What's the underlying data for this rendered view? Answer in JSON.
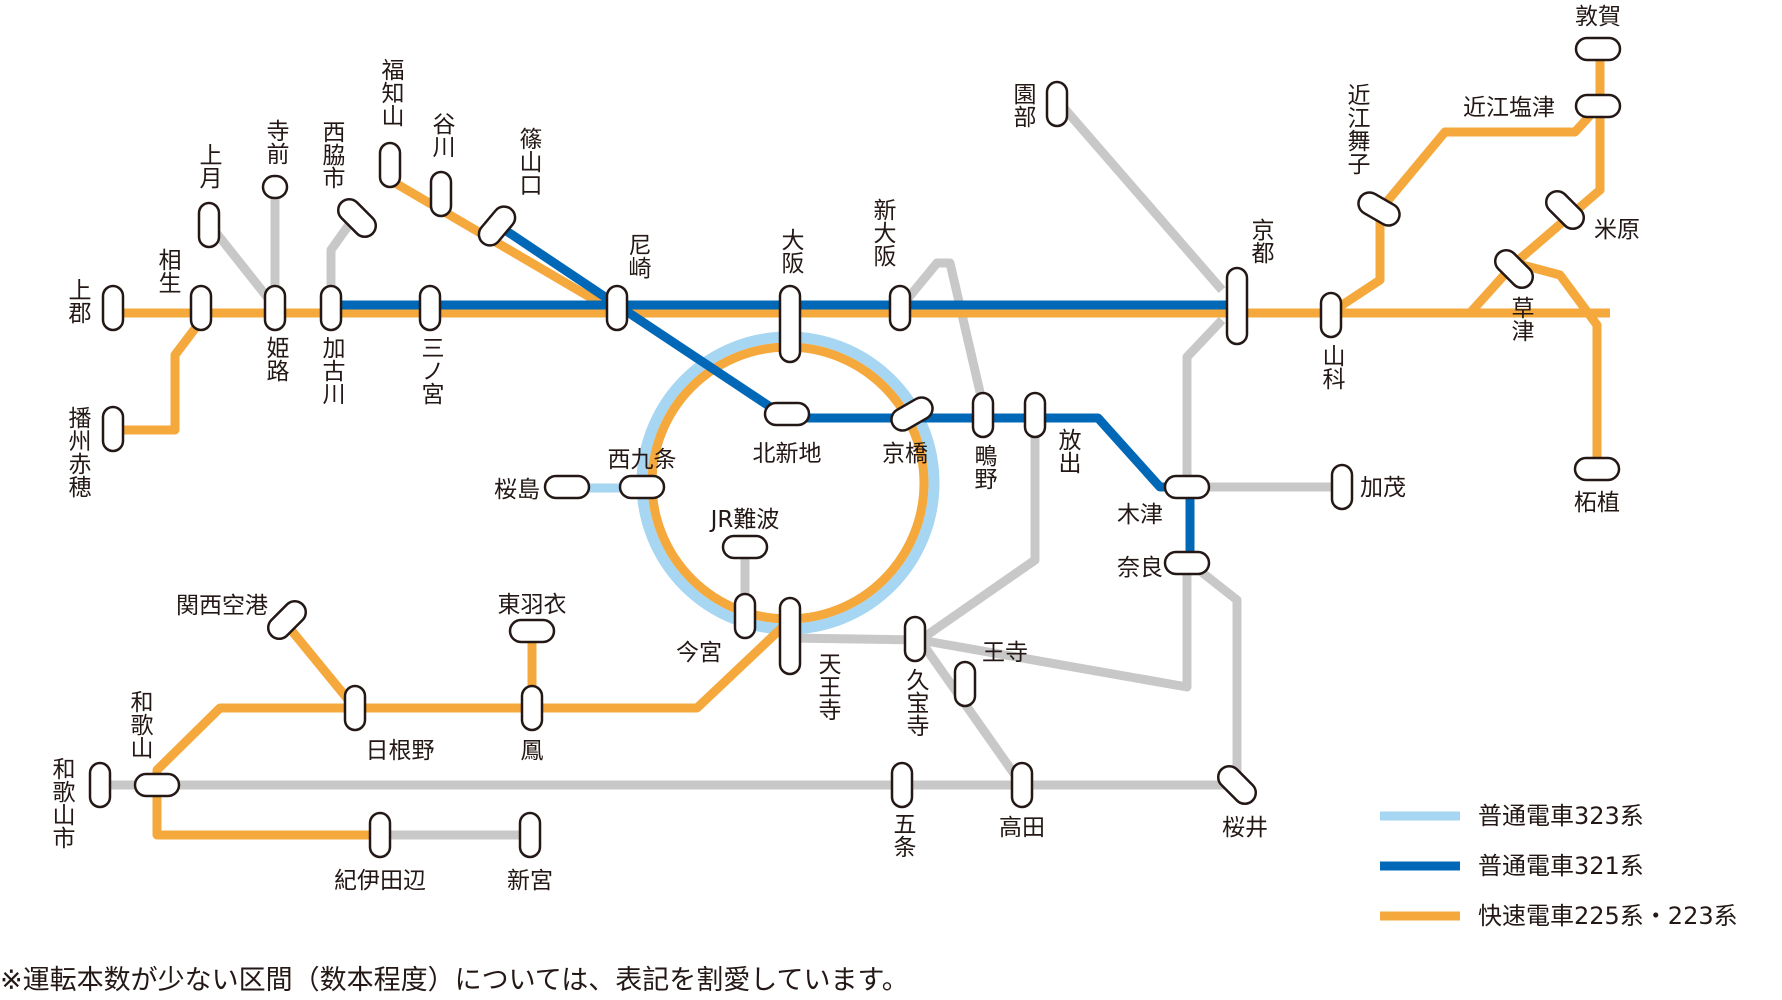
{
  "colors": {
    "local323": "#a6d6f2",
    "local321": "#0068b7",
    "rapid": "#f5a83b",
    "other": "#c8c8c8",
    "station_fill": "#ffffff",
    "station_stroke": "#231815",
    "text": "#231815"
  },
  "stations": {
    "kamigori": "上郡",
    "aioi": "相生",
    "banshuako": "播州赤穂",
    "kozuki": "上月",
    "teramae": "寺前",
    "himeji": "姫路",
    "nishiwaki": "西脇市",
    "kakogawa": "加古川",
    "fukuchiyama": "福知山",
    "tanikawa": "谷川",
    "sasayamaguchi": "篠山口",
    "sannomiya": "三ノ宮",
    "amagasaki": "尼崎",
    "osaka": "大阪",
    "shinosaka": "新大阪",
    "sonobe": "園部",
    "kyoto": "京都",
    "yamashina": "山科",
    "omimaiko": "近江舞子",
    "omishiotsu": "近江塩津",
    "tsuruga": "敦賀",
    "maibara": "米原",
    "kusatsu": "草津",
    "tsuge": "柘植",
    "kitashinchi": "北新地",
    "kyobashi": "京橋",
    "shigino": "鴫野",
    "hanaten": "放出",
    "kizu": "木津",
    "kamo": "加茂",
    "nara": "奈良",
    "sakurajima": "桜島",
    "nishikujo": "西九条",
    "jrnamba": "JR難波",
    "imamiya": "今宮",
    "tennoji": "天王寺",
    "kyuhoji": "久宝寺",
    "oji": "王寺",
    "kansaiairport": "関西空港",
    "higashihagoromo": "東羽衣",
    "hineno": "日根野",
    "otori": "鳳",
    "wakayama": "和歌山",
    "wakayamashi": "和歌山市",
    "gojo": "五条",
    "takada": "高田",
    "sakurai": "桜井",
    "kiitanabe": "紀伊田辺",
    "shingu": "新宮"
  },
  "legend": {
    "local323": "普通電車323系",
    "local321": "普通電車321系",
    "rapid": "快速電車225系・223系"
  },
  "note": "※運転本数が少ない区間（数本程度）については、表記を割愛しています。"
}
